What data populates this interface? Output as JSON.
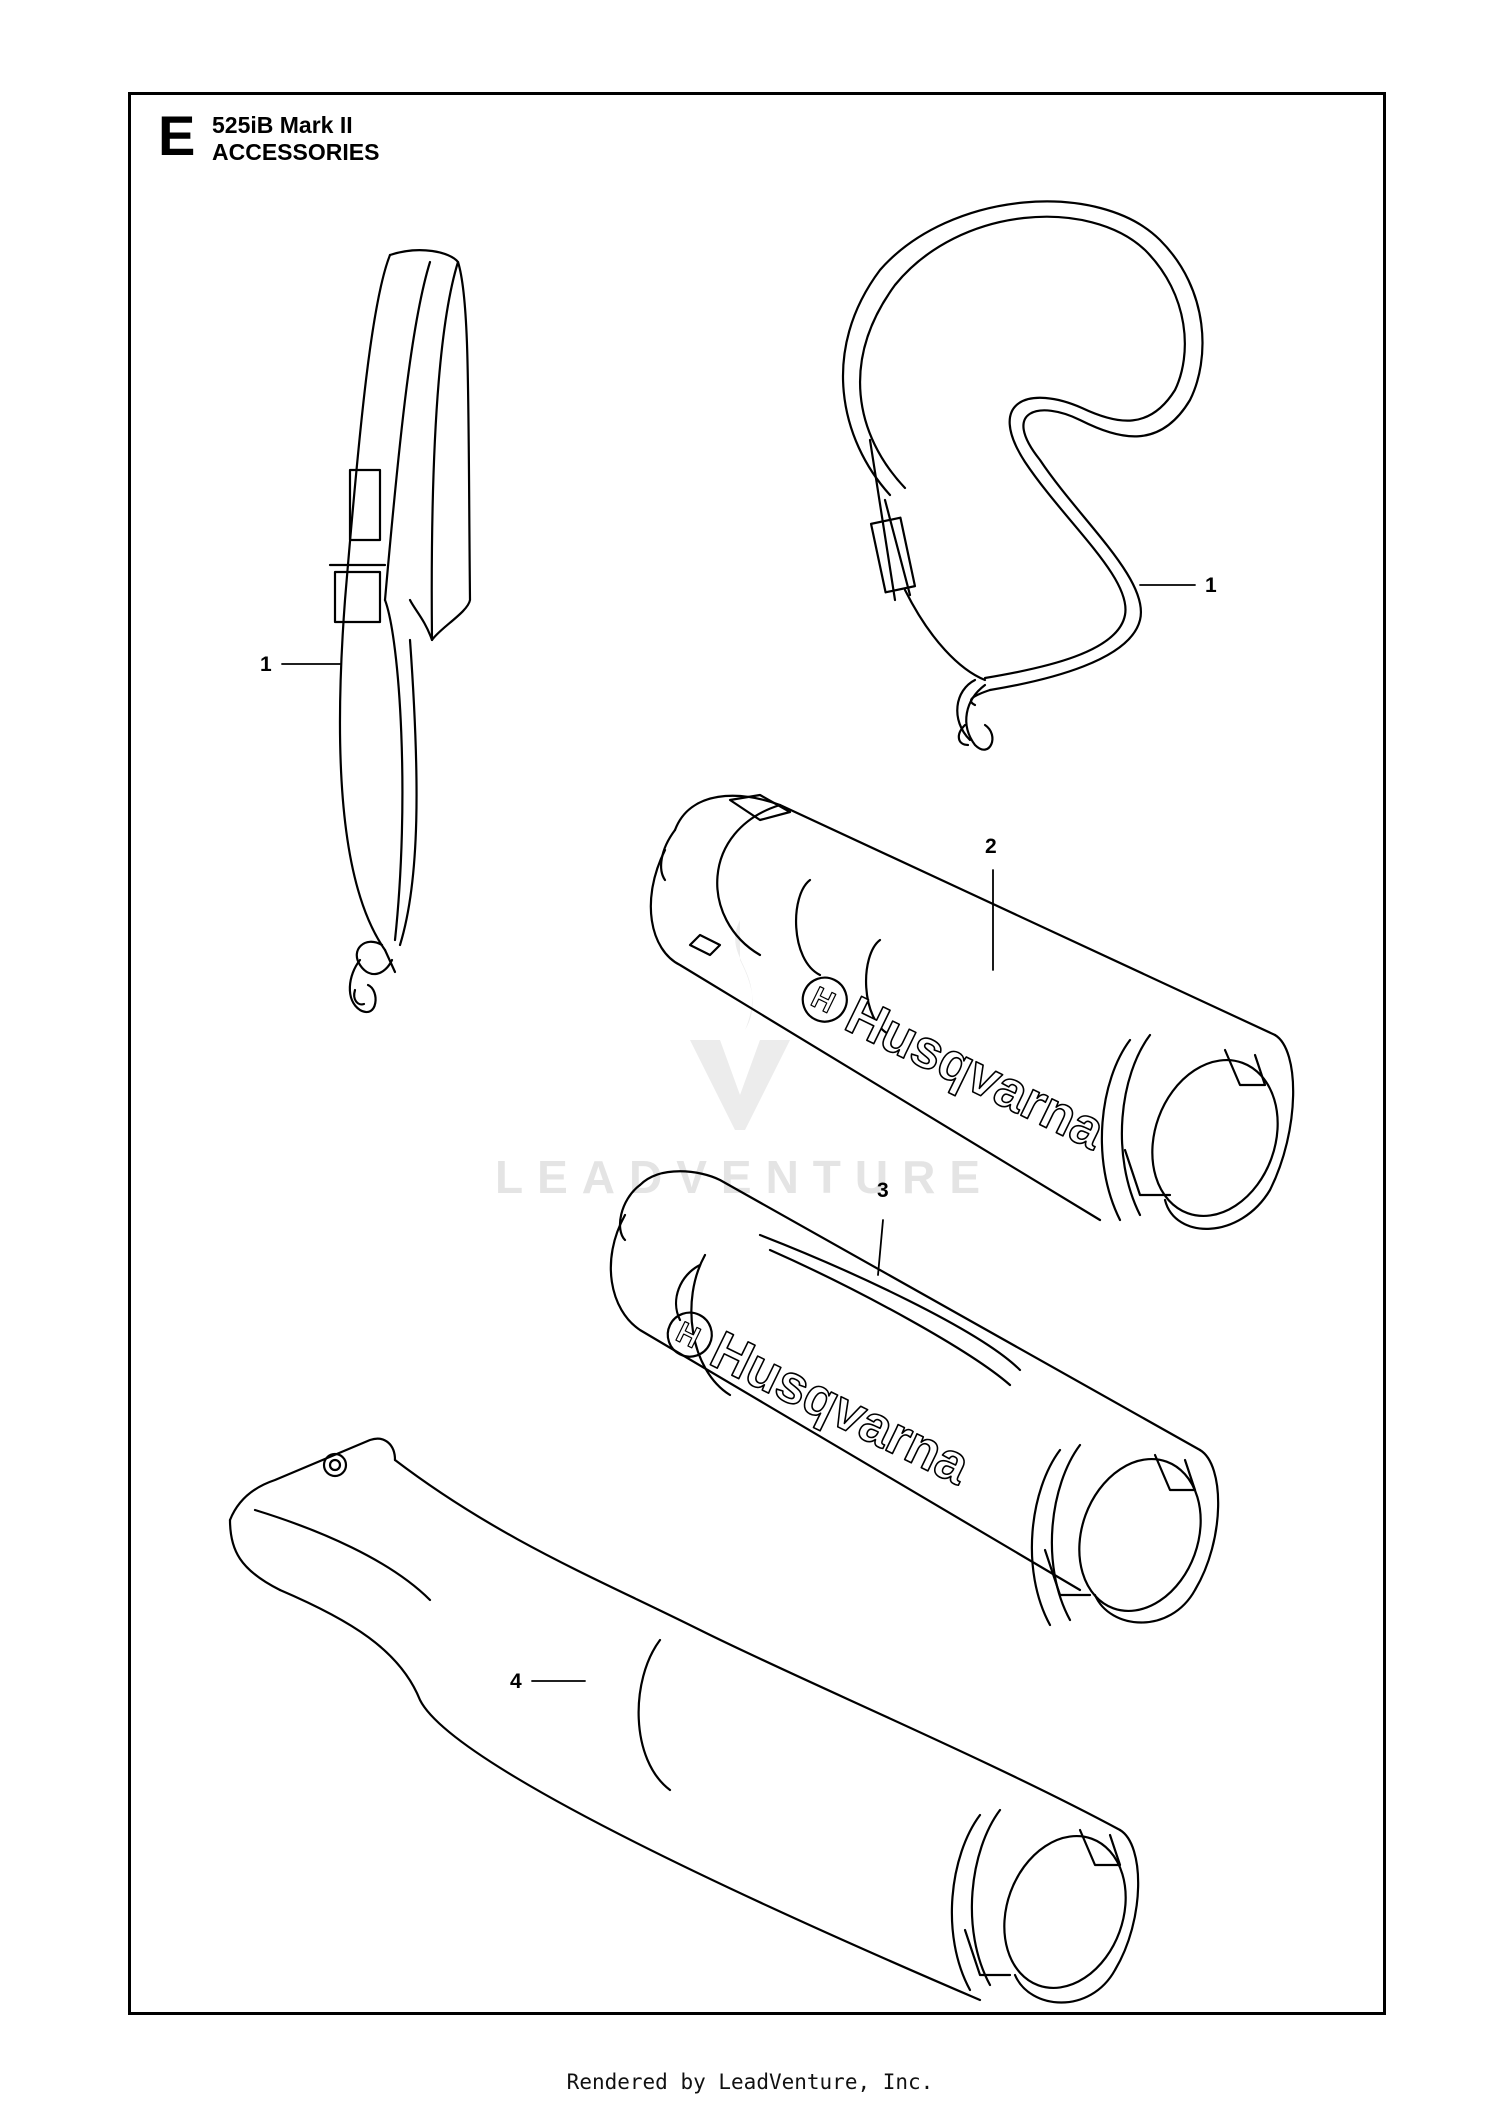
{
  "header": {
    "section_letter": "E",
    "model": "525iB Mark II",
    "subtitle": "ACCESSORIES"
  },
  "callouts": {
    "harness_left": "1",
    "harness_right": "1",
    "tube_upper": "2",
    "tube_middle": "3",
    "nozzle": "4"
  },
  "brand": {
    "tube_logo_upper": "Husqvarna",
    "tube_logo_middle": "Husqvarna",
    "logo_mark": "H"
  },
  "watermark": {
    "text": "LEADVENTURE"
  },
  "footer": {
    "rendered_by": "Rendered by LeadVenture, Inc."
  },
  "colors": {
    "line": "#000000",
    "watermark": "#e4e4e4"
  }
}
